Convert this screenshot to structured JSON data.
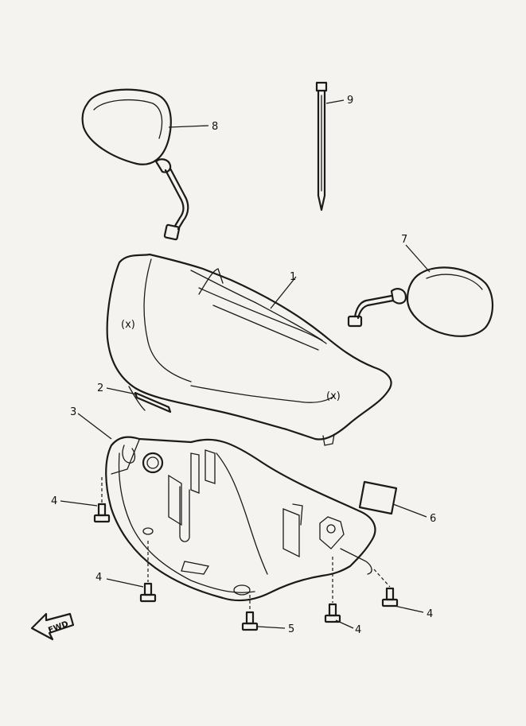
{
  "diagram": {
    "callouts": [
      "1",
      "2",
      "3",
      "4",
      "5",
      "6",
      "7",
      "8",
      "9"
    ],
    "fwd_label": "FWD",
    "panel_marks": [
      "(x)",
      "(x)"
    ]
  },
  "colors": {
    "ink": "#1b1b1b",
    "paper": "#f4f3ef"
  }
}
